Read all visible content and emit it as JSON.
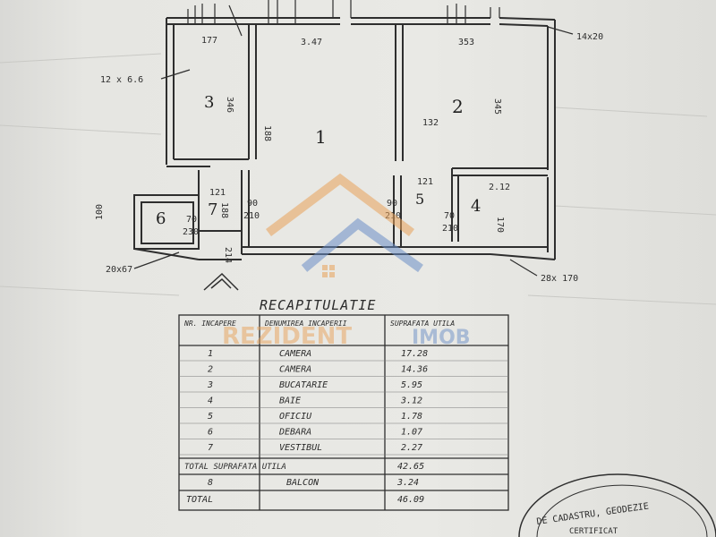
{
  "plan": {
    "rooms": [
      {
        "number": "1"
      },
      {
        "number": "2"
      },
      {
        "number": "3"
      },
      {
        "number": "4"
      },
      {
        "number": "5"
      },
      {
        "number": "6"
      },
      {
        "number": "7"
      }
    ],
    "dimensions": {
      "d_177": "177",
      "d_347": "3.47",
      "d_353": "353",
      "d_345": "345",
      "d_346": "346",
      "d_132": "132",
      "d_188": "188",
      "d_121a": "121",
      "d_121b": "121",
      "d_212": "2.12",
      "d_90a": "90",
      "d_90b": "90",
      "d_210a": "210",
      "d_210b": "210",
      "d_210c": "210",
      "d_70a": "70",
      "d_70b": "70",
      "d_230": "230",
      "d_170": "170",
      "d_100": "100",
      "d_188b": "188",
      "d_214": "214"
    },
    "openings": {
      "o_12x66": "12 x 6.6",
      "o_14x20": "14x20",
      "o_20x67": "20x67",
      "o_28x170": "28x 170"
    }
  },
  "table": {
    "title": "RECAPITULATIE",
    "headers": {
      "nr": "NR. INCAPERE",
      "den": "DENUMIREA INCAPERII",
      "sup": "SUPRAFATA UTILA"
    },
    "rows": [
      {
        "nr": "1",
        "name": "CAMERA",
        "area": "17.28"
      },
      {
        "nr": "2",
        "name": "CAMERA",
        "area": "14.36"
      },
      {
        "nr": "3",
        "name": "BUCATARIE",
        "area": "5.95"
      },
      {
        "nr": "4",
        "name": "BAIE",
        "area": "3.12"
      },
      {
        "nr": "5",
        "name": "OFICIU",
        "area": "1.78"
      },
      {
        "nr": "6",
        "name": "DEBARA",
        "area": "1.07"
      },
      {
        "nr": "7",
        "name": "VESTIBUL",
        "area": "2.27"
      }
    ],
    "total_util": {
      "label": "TOTAL SUPRAFATA UTILA",
      "area": "42.65"
    },
    "balcon": {
      "nr": "8",
      "name": "BALCON",
      "area": "3.24"
    },
    "total": {
      "label": "TOTAL",
      "area": "46.09"
    }
  },
  "watermark": {
    "brand": "REZIDENT",
    "brand_suffix": "IMOB"
  },
  "stamp": {
    "line1": "DE CADASTRU, GEODEZIE",
    "line2": "CERTIFICAT"
  },
  "colors": {
    "ink": "#2a2a2a",
    "watermark_orange": "#e8a25a",
    "watermark_blue": "#6b8fc7"
  }
}
